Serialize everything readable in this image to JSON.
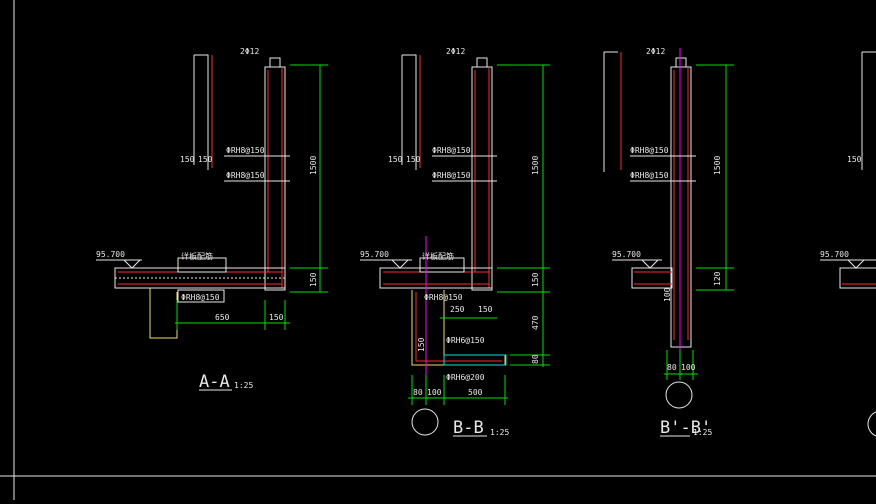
{
  "sections": {
    "aa": {
      "bar_top": "2Φ12",
      "stirrup1": "ΦRH8@150",
      "stirrup2": "ΦRH8@150",
      "stirrup_low": "ΦRH8@150",
      "dim_150a": "150",
      "dim_150b": "150",
      "dim_1500": "1500",
      "dim_150v": "150",
      "elev": "95.700",
      "note": "详板配筋",
      "dim_650": "650",
      "dim_150h": "150",
      "title": "A-A",
      "scale": "1:25"
    },
    "bb": {
      "bar_top": "2Φ12",
      "stirrup1": "ΦRH8@150",
      "stirrup2": "ΦRH8@150",
      "stirrup_low": "ΦRH8@150",
      "dim_150a": "150",
      "dim_150b": "150",
      "dim_1500": "1500",
      "dim_150v": "150",
      "dim_470": "470",
      "dim_80": "80",
      "elev": "95.700",
      "note": "详板配筋",
      "dim_250": "250",
      "dim_150h": "150",
      "rh6_1": "ΦRH6@150",
      "rh6_2": "ΦRH6@200",
      "dim_150c": "150",
      "dim_80b": "80",
      "dim_100": "100",
      "dim_500": "500",
      "title": "B-B",
      "scale": "1:25"
    },
    "bp": {
      "bar_top": "2Φ12",
      "stirrup1": "ΦRH8@150",
      "stirrup2": "ΦRH8@150",
      "dim_1500": "1500",
      "dim_120": "120",
      "elev": "95.700",
      "dim_100v": "100",
      "dim_80": "80",
      "dim_100": "100",
      "title": "B'-B'",
      "scale": "1:25"
    },
    "cc": {
      "dim_150a": "150",
      "elev": "95.700"
    }
  },
  "colors": {
    "background": "#000000",
    "concrete": "#e8e8e8",
    "rebar": "#ff2a2a",
    "dimension": "#00e000",
    "outline": "#f0e060",
    "axis": "#ff00ff",
    "slab": "#00e0e0"
  }
}
